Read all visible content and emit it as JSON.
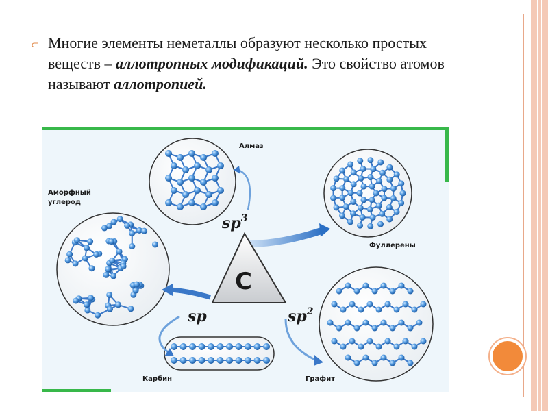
{
  "slide": {
    "bullet_symbol": "⊂",
    "text_part1": "Многие элементы неметаллы образуют несколько простых веществ – ",
    "text_emphasis1": "аллотропных модификаций.",
    "text_part2": " Это свойство атомов называют ",
    "text_emphasis2": "аллотропией."
  },
  "diagram": {
    "center_letter": "С",
    "labels": {
      "almaz": "Алмаз",
      "amorph_line1": "Аморфный",
      "amorph_line2": "углерод",
      "fullereny": "Фуллерены",
      "karbin": "Карбин",
      "grafit": "Графит"
    },
    "hybridization": {
      "sp3": "sp",
      "sp3_sup": "3",
      "sp": "sp",
      "sp2": "sp",
      "sp2_sup": "2"
    },
    "colors": {
      "atom": "#4a90d9",
      "arrow": "#3a78c8",
      "accent_green": "#38b84a",
      "accent_orange": "#f28a3a"
    }
  }
}
